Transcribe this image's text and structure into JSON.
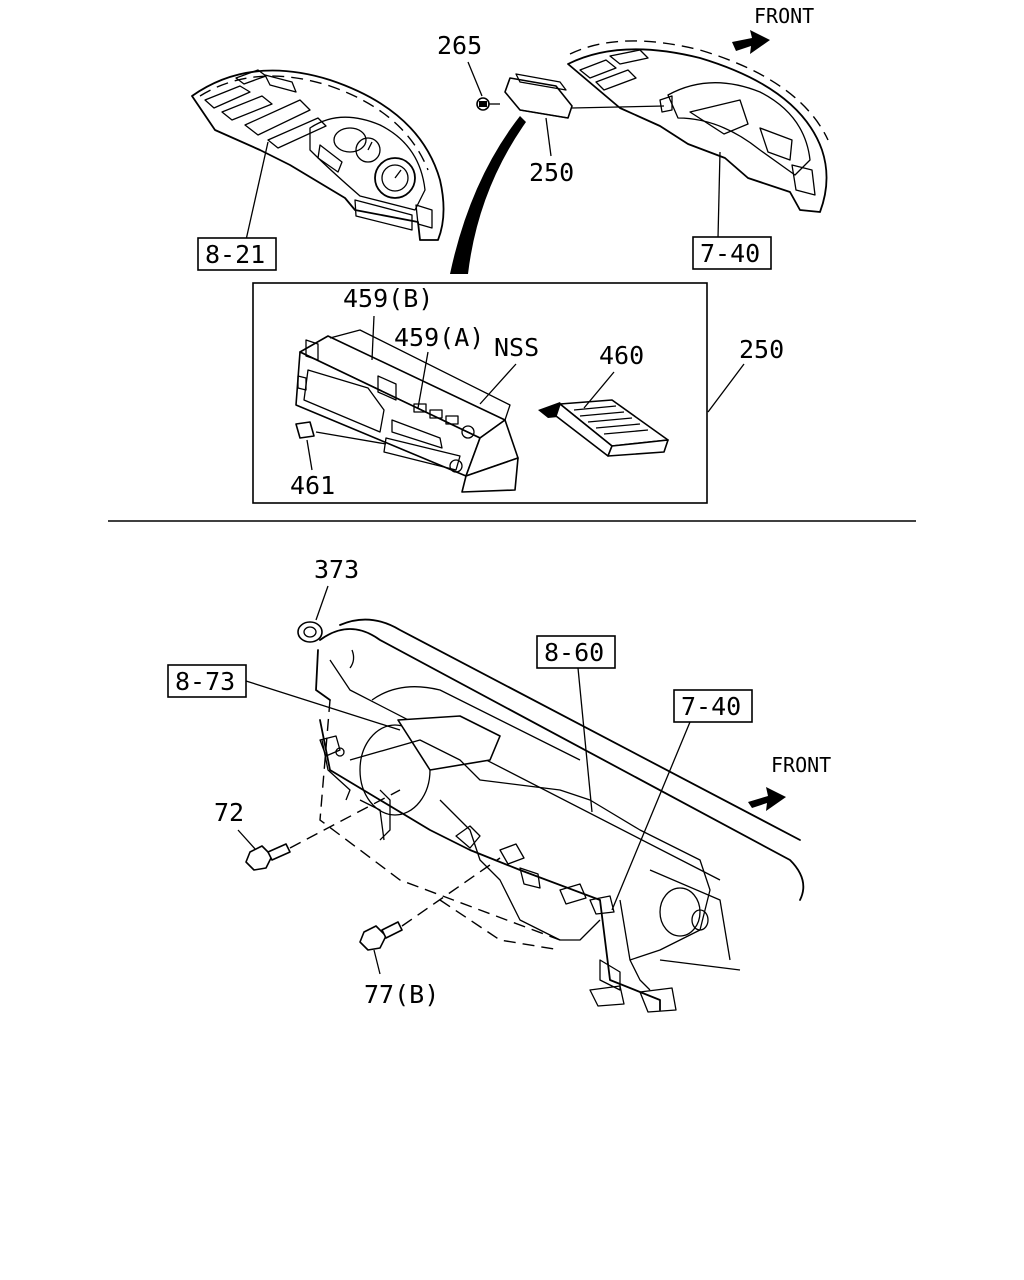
{
  "top_panel": {
    "front_label": "FRONT",
    "callouts": {
      "p265": "265",
      "p250_part": "250",
      "ref_8_21": "8-21",
      "ref_7_40": "7-40"
    }
  },
  "detail_box": {
    "callouts": {
      "p459b": "459(B)",
      "p459a": "459(A)",
      "nss": "NSS",
      "p460": "460",
      "p461": "461",
      "p250_group": "250"
    }
  },
  "bottom_panel": {
    "front_label": "FRONT",
    "callouts": {
      "p373": "373",
      "ref_8_73": "8-73",
      "ref_8_60": "8-60",
      "ref_7_40": "7-40",
      "p72": "72",
      "p77b": "77(B)"
    }
  }
}
